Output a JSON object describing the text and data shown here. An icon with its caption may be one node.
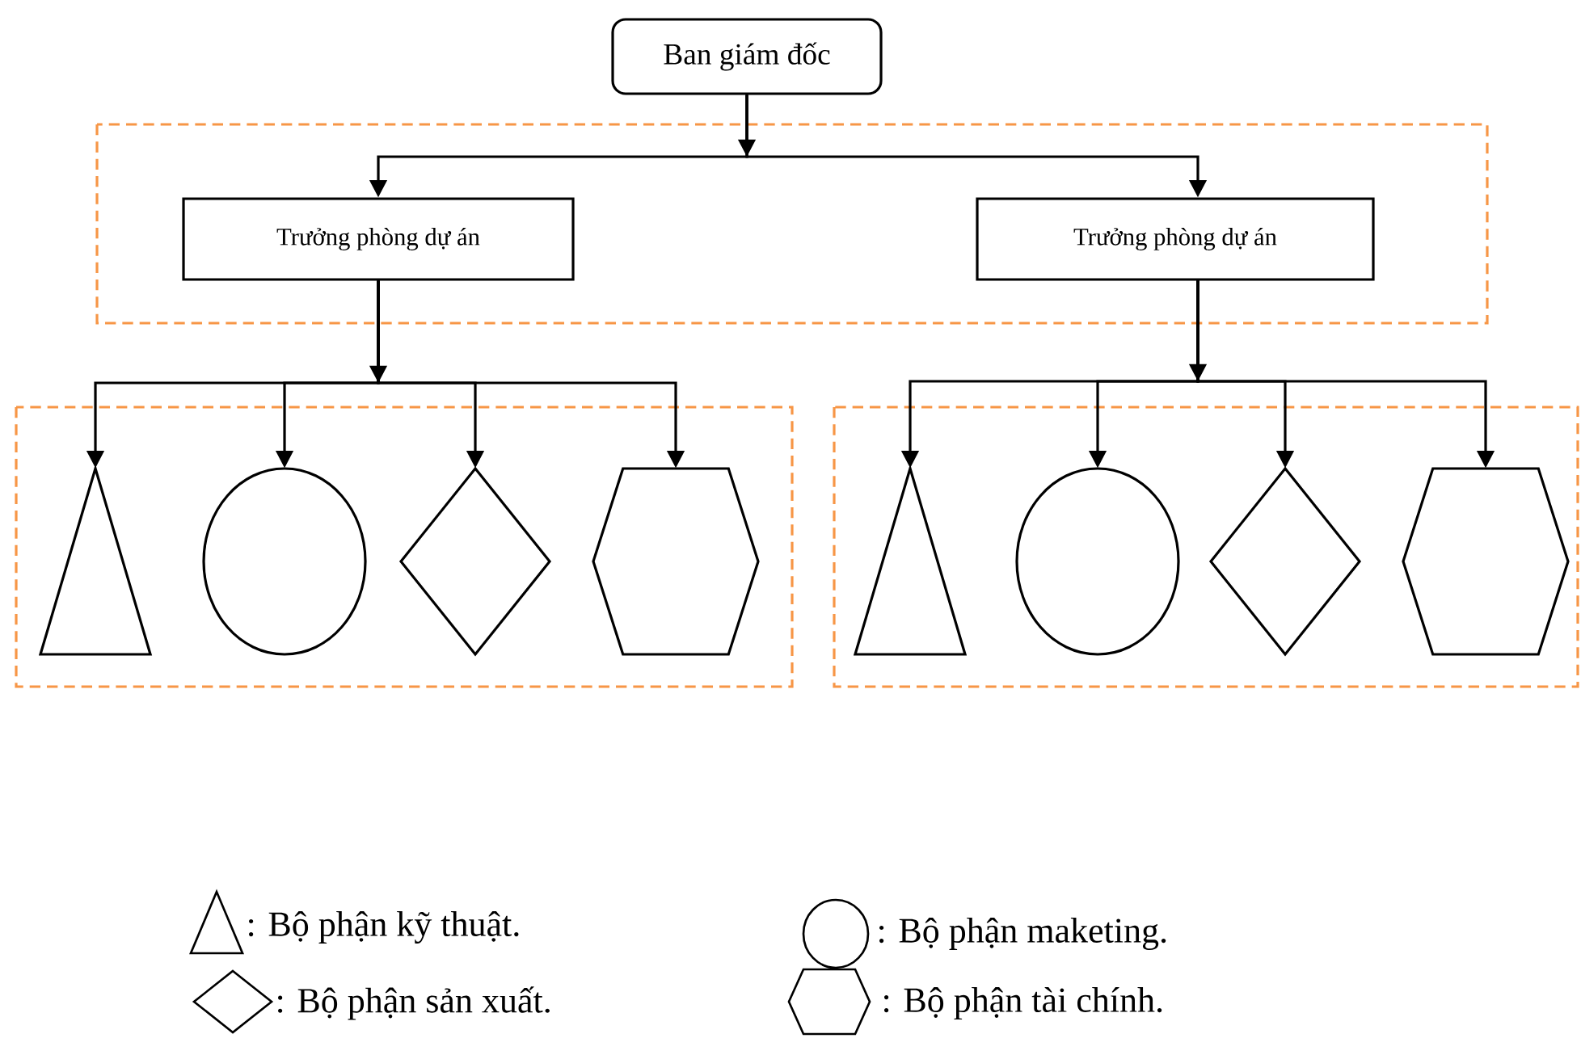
{
  "diagram": {
    "nodes": [
      {
        "text": [
          "Ban giám đốc"
        ]
      },
      {
        "text": [],
        "shape": "box"
      },
      {
        "text": [
          "Trưởng phòng dự án"
        ],
        "in": 1
      },
      {
        "text": [
          "Trưởng phòng dự án"
        ],
        "in": 1
      },
      {
        "text": [],
        "shape": "box"
      },
      {
        "text": [],
        "shape": "triangle",
        "in": 4
      },
      {
        "text": [],
        "shape": "circle",
        "in": 4
      },
      {
        "text": [],
        "shape": "diamond",
        "in": 4
      },
      {
        "text": [],
        "shape": "hexagon",
        "in": 4
      },
      {
        "text": [],
        "shape": "box"
      },
      {
        "text": [],
        "shape": "triangle",
        "in": 9
      },
      {
        "text": [],
        "shape": "circle",
        "in": 9
      },
      {
        "text": [],
        "shape": "diamond",
        "in": 9
      },
      {
        "text": [],
        "shape": "hexagon",
        "in": 9
      }
    ],
    "edges": [
      {
        "from": 0,
        "to": 2,
        "arrow": "to"
      },
      {
        "from": 0,
        "to": 3,
        "arrow": "to"
      },
      {
        "from": 2,
        "to": 5,
        "arrow": "to"
      },
      {
        "from": 2,
        "to": 6,
        "arrow": "to"
      },
      {
        "from": 2,
        "to": 7,
        "arrow": "to"
      },
      {
        "from": 2,
        "to": 8,
        "arrow": "to"
      },
      {
        "from": 3,
        "to": 10,
        "arrow": "to"
      },
      {
        "from": 3,
        "to": 11,
        "arrow": "to"
      },
      {
        "from": 3,
        "to": 12,
        "arrow": "to"
      },
      {
        "from": 3,
        "to": 13,
        "arrow": "to"
      }
    ],
    "legend": [
      {
        "text": ": Bộ phận kỹ thuật."
      },
      {
        "text": ": Bộ phận maketing."
      },
      {
        "text": ": Bộ phận sản xuất."
      },
      {
        "text": ": Bộ phận tài chính."
      }
    ]
  }
}
